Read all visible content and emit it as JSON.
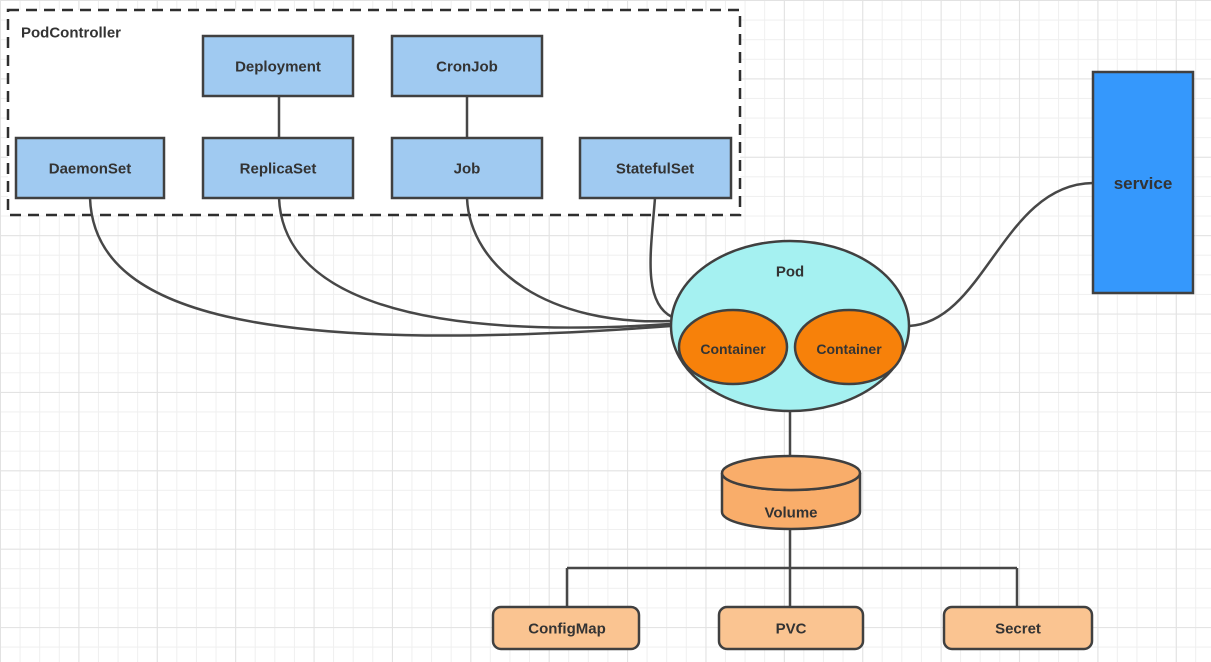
{
  "diagram": {
    "group_title": "PodController",
    "nodes": {
      "deployment": {
        "label": "Deployment"
      },
      "cronjob": {
        "label": "CronJob"
      },
      "daemonset": {
        "label": "DaemonSet"
      },
      "replicaset": {
        "label": "ReplicaSet"
      },
      "job": {
        "label": "Job"
      },
      "statefulset": {
        "label": "StatefulSet"
      },
      "pod": {
        "label": "Pod"
      },
      "container_left": {
        "label": "Container"
      },
      "container_right": {
        "label": "Container"
      },
      "service": {
        "label": "service"
      },
      "volume": {
        "label": "Volume"
      },
      "configmap": {
        "label": "ConfigMap"
      },
      "pvc": {
        "label": "PVC"
      },
      "secret": {
        "label": "Secret"
      }
    },
    "edges": [
      {
        "from": "Deployment",
        "to": "ReplicaSet"
      },
      {
        "from": "CronJob",
        "to": "Job"
      },
      {
        "from": "DaemonSet",
        "to": "Pod"
      },
      {
        "from": "ReplicaSet",
        "to": "Pod"
      },
      {
        "from": "Job",
        "to": "Pod"
      },
      {
        "from": "StatefulSet",
        "to": "Pod"
      },
      {
        "from": "Pod",
        "to": "service"
      },
      {
        "from": "Pod",
        "to": "Volume"
      },
      {
        "from": "Volume",
        "to": "ConfigMap"
      },
      {
        "from": "Volume",
        "to": "PVC"
      },
      {
        "from": "Volume",
        "to": "Secret"
      }
    ],
    "colors": {
      "workload_blue": "#A0CAF1",
      "service_blue": "#3598FC",
      "pod_cyan": "#A5F1F1",
      "container_orange": "#F7810A",
      "volume_orange": "#F9AD6A",
      "resource_orange": "#FAC491",
      "group_fill": "#FFFFFF",
      "border_dark": "#404040",
      "edge_gray": "#474747",
      "text_dark": "#333333"
    }
  }
}
